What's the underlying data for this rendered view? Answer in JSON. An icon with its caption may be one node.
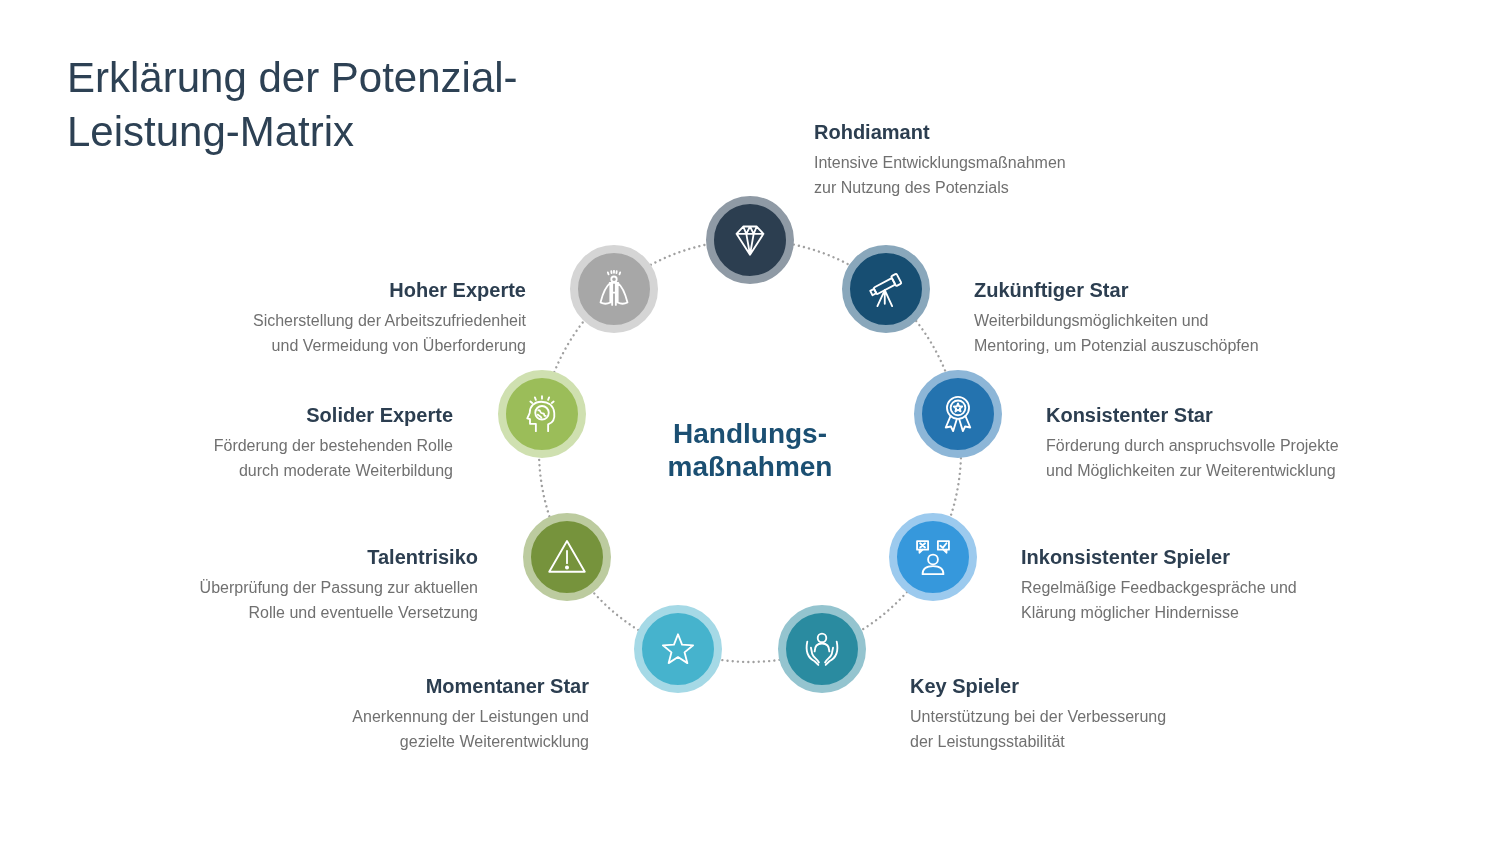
{
  "diagram": {
    "title": "Erklärung der Potenzial- Leistung-Matrix",
    "nodes": [
      {
        "text": [
          "Rohdiamant",
          "Intensive Entwicklungsmaßnahmen zur Nutzung des Potenzials"
        ]
      },
      {
        "text": [
          "Zukünftiger Star",
          "Weiterbildungsmöglichkeiten und Mentoring, um Potenzial auszuschöpfen"
        ]
      },
      {
        "text": [
          "Konsistenter Star",
          "Förderung durch anspruchsvolle Projekte und Möglichkeiten zur Weiterentwicklung"
        ]
      },
      {
        "text": [
          "Inkonsistenter Spieler",
          "Regelmäßige Feedbackgespräche und Klärung möglicher Hindernisse"
        ]
      },
      {
        "text": [
          "Key Spieler",
          "Unterstützung bei der Verbesserung der Leistungsstabilität"
        ]
      },
      {
        "text": [
          "Momentaner Star",
          "Anerkennung der Leistungen und gezielte Weiterentwicklung"
        ]
      },
      {
        "text": [
          "Talentrisiko",
          "Überprüfung der Passung zur aktuellen Rolle und eventuelle Versetzung"
        ]
      },
      {
        "text": [
          "Solider Experte",
          "Förderung der bestehenden Rolle durch moderate Weiterbildung"
        ]
      },
      {
        "text": [
          "Hoher Experte",
          "Sicherstellung der Arbeitszufriedenheit und Vermeidung von Überforderung"
        ]
      }
    ],
    "edges": [
      {
        "from": 0,
        "to": 1,
        "arrow": "none"
      },
      {
        "from": 1,
        "to": 2,
        "arrow": "none"
      },
      {
        "from": 2,
        "to": 3,
        "arrow": "none"
      },
      {
        "from": 3,
        "to": 4,
        "arrow": "none"
      },
      {
        "from": 4,
        "to": 5,
        "arrow": "none"
      },
      {
        "from": 5,
        "to": 6,
        "arrow": "none"
      },
      {
        "from": 6,
        "to": 7,
        "arrow": "none"
      },
      {
        "from": 7,
        "to": 8,
        "arrow": "none"
      },
      {
        "from": 8,
        "to": 0,
        "arrow": "none"
      }
    ],
    "labels": [
      "Handlungs- maßnahmen"
    ]
  }
}
